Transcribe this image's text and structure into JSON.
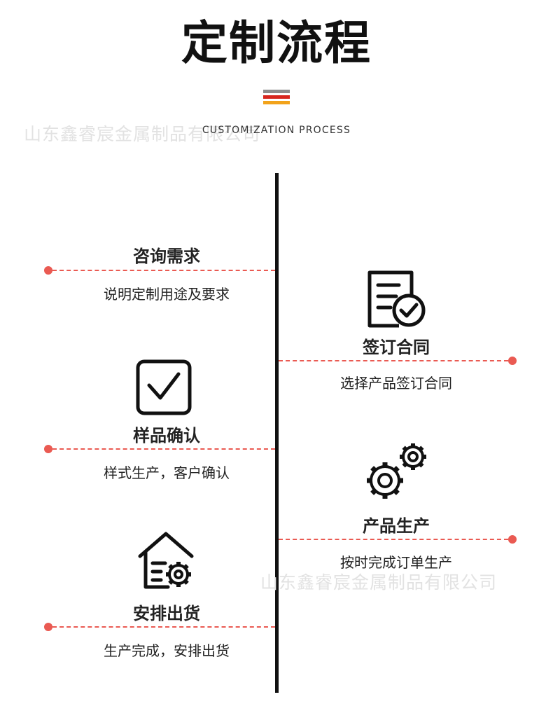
{
  "header": {
    "title": "定制流程",
    "subtitle": "CUSTOMIZATION PROCESS",
    "flag_colors": [
      "#8c8c8c",
      "#d7261e",
      "#f2a31b"
    ]
  },
  "watermark": "山东鑫睿宸金属制品有限公司",
  "accent_color": "#ea5a52",
  "steps": [
    {
      "title": "咨询需求",
      "desc": "说明定制用途及要求",
      "side": "left"
    },
    {
      "title": "签订合同",
      "desc": "选择产品签订合同",
      "side": "right",
      "icon": "contract-check-icon"
    },
    {
      "title": "样品确认",
      "desc": "样式生产，客户确认",
      "side": "left",
      "icon": "checkbox-icon"
    },
    {
      "title": "产品生产",
      "desc": "按时完成订单生产",
      "side": "right",
      "icon": "gears-icon"
    },
    {
      "title": "安排出货",
      "desc": "生产完成，安排出货",
      "side": "left",
      "icon": "warehouse-gear-icon"
    }
  ]
}
